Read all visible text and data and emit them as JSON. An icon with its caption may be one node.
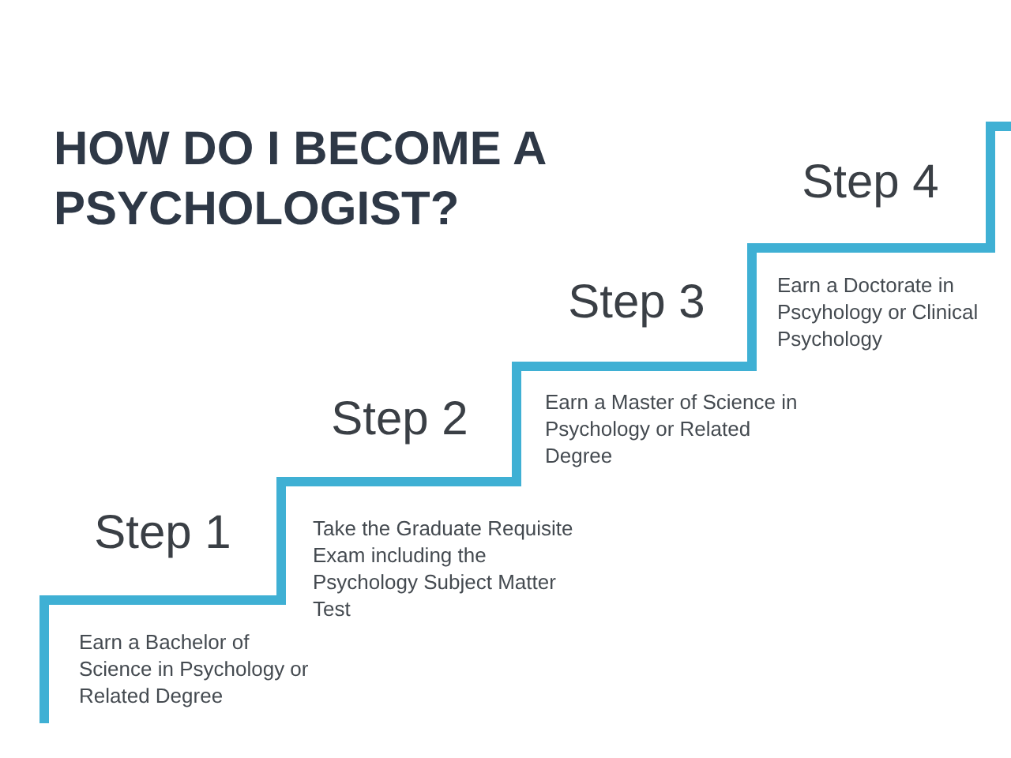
{
  "diagram": {
    "title": "HOW DO I BECOME A PSYCHOLOGIST?",
    "labels": [
      "Step 1",
      "Earn a Bachelor of Science in Psychology or Related Degree",
      "Step 2",
      "Take the Graduate Requisite Exam including the Psychology Subject Matter Test",
      "Step 3",
      "Earn a Master of Science in Psychology or Related Degree",
      "Step 4",
      "Earn a Doctorate in Pscyhology or Clinical Psychology"
    ]
  }
}
